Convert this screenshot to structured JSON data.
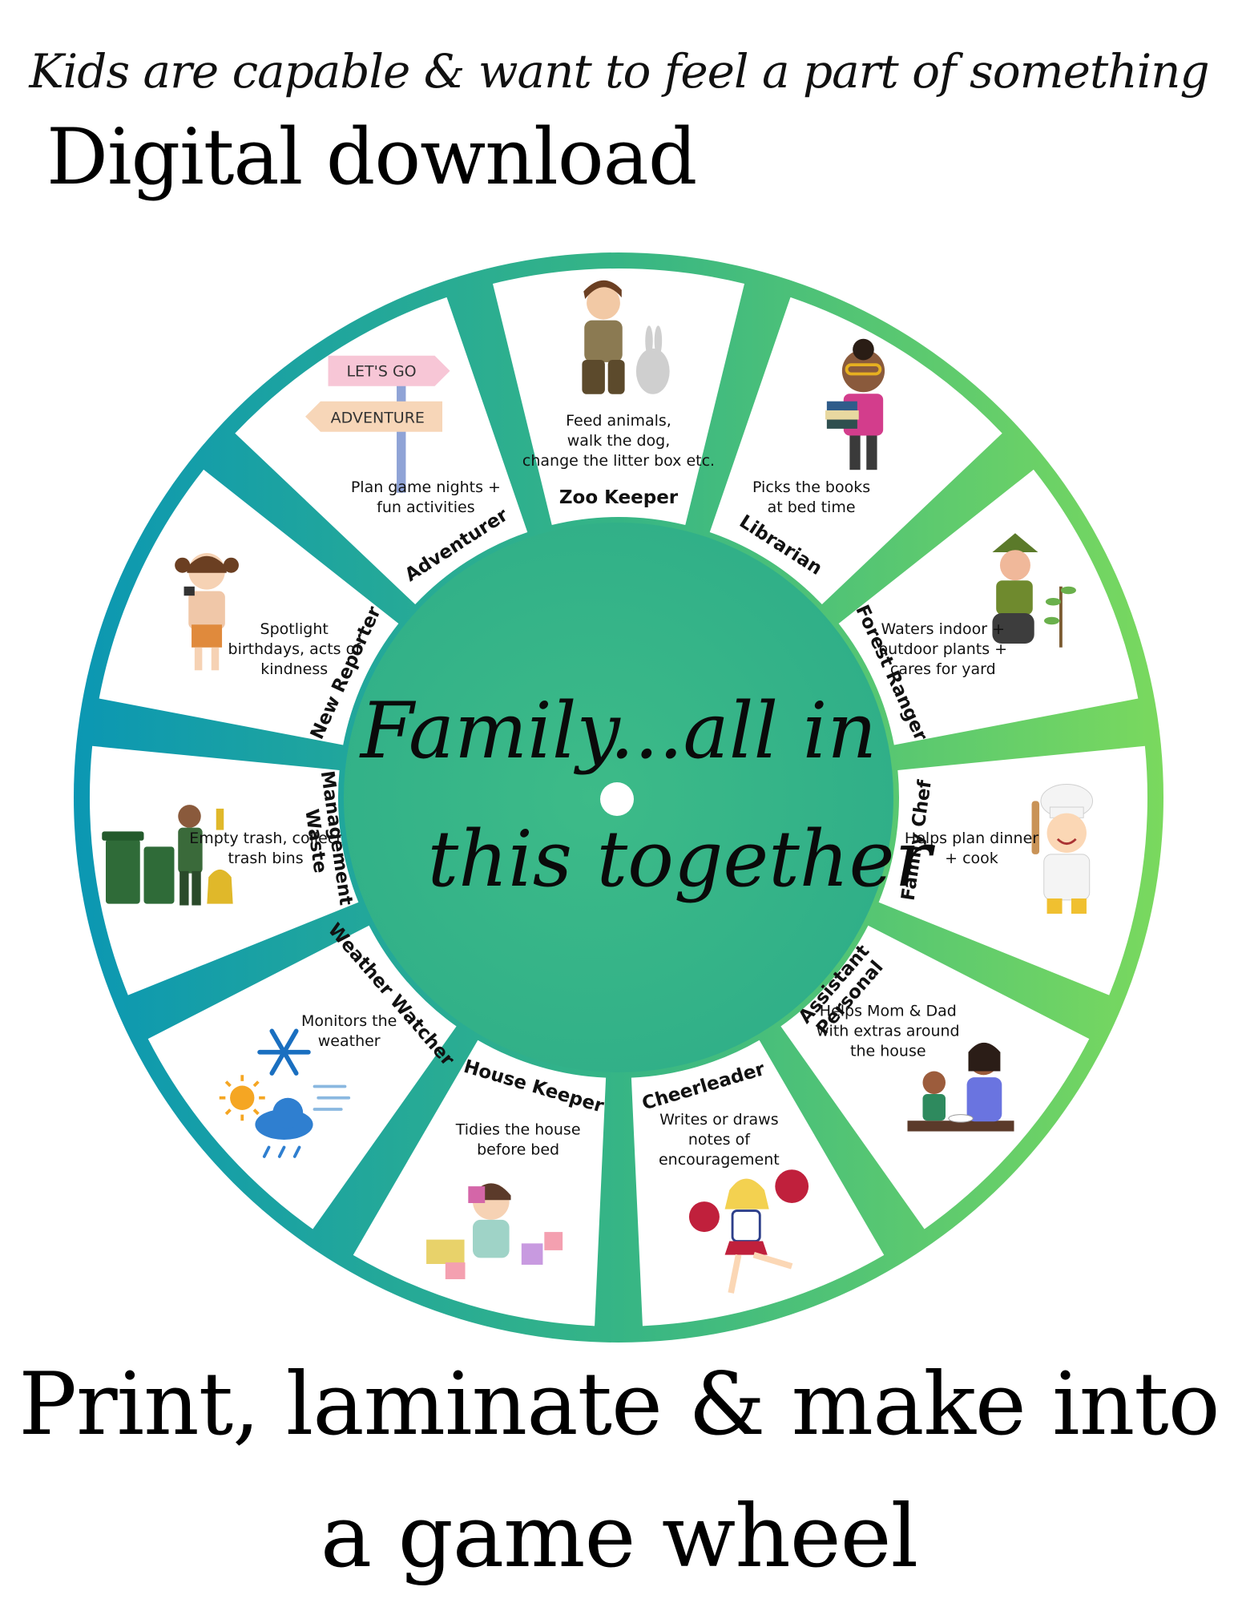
{
  "header": {
    "tagline": "Kids are capable & want to feel a part of something",
    "subtitle": "Digital download"
  },
  "wheel": {
    "center": {
      "line1": "Family...all in",
      "line2": "this together"
    },
    "colors": {
      "gradient_start": "#0b97b3",
      "gradient_mid": "#36b585",
      "gradient_end": "#7ad95e",
      "panel": "#ffffff"
    },
    "segments": [
      {
        "role": "Zoo Keeper",
        "caption": [
          "Feed animals,",
          "walk the dog,",
          "change the litter box etc."
        ],
        "icon": "zookeeper-rabbit-icon"
      },
      {
        "role": "Librarian",
        "caption": [
          "Picks the books",
          "at bed time"
        ],
        "icon": "librarian-books-icon"
      },
      {
        "role": "Forest Ranger",
        "caption": [
          "Waters indoor +",
          "outdoor plants +",
          "cares for yard"
        ],
        "icon": "forest-ranger-plant-icon"
      },
      {
        "role": "Family Chef",
        "caption": [
          "Helps plan dinner",
          "+ cook"
        ],
        "icon": "chef-icon"
      },
      {
        "role": "Personal Assistant",
        "caption": [
          "Helps Mom & Dad",
          "with extras around",
          "the house"
        ],
        "icon": "personal-assistant-icon"
      },
      {
        "role": "Cheerleader",
        "caption": [
          "Writes or draws",
          "notes of",
          "encouragement"
        ],
        "icon": "cheerleader-icon"
      },
      {
        "role": "House Keeper",
        "caption": [
          "Tidies the house",
          "before bed"
        ],
        "icon": "toy-blocks-icon"
      },
      {
        "role": "Weather Watcher",
        "caption": [
          "Monitors the",
          "weather"
        ],
        "icon": "weather-icon"
      },
      {
        "role": "Waste Management",
        "caption": [
          "Empty trash, collect",
          "trash bins"
        ],
        "icon": "trash-bins-icon"
      },
      {
        "role": "New Reporter",
        "caption": [
          "Spotlight",
          "birthdays, acts of",
          "kindness"
        ],
        "icon": "news-reporter-icon"
      },
      {
        "role": "Adventurer",
        "caption": [
          "Plan game nights +",
          "fun activities"
        ],
        "icon": "signpost-icon"
      }
    ],
    "signpost": {
      "top": "LET'S GO",
      "bottom": "ADVENTURE"
    }
  },
  "footer": {
    "line1": "Print, laminate & make into",
    "line2": "a game wheel"
  }
}
